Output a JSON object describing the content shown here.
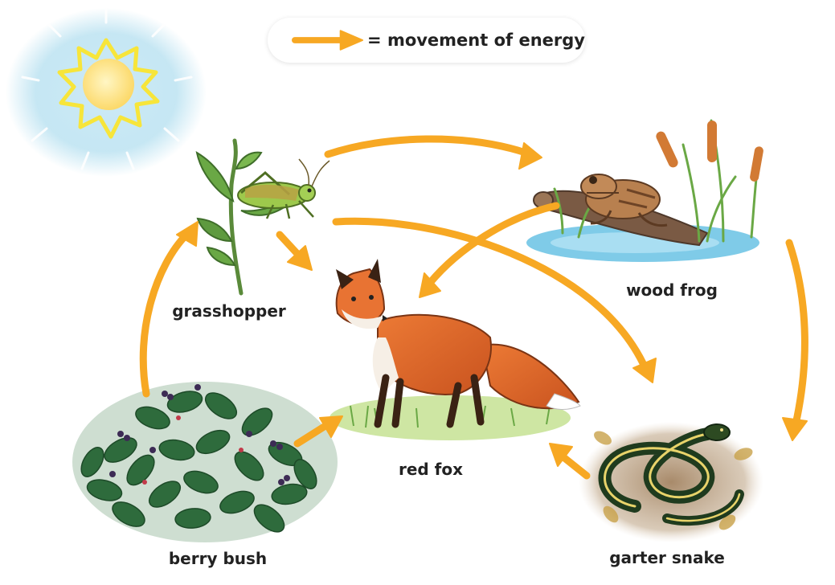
{
  "legend": {
    "text": "= movement of energy",
    "arrow_icon": "orange-arrow-icon"
  },
  "organisms": {
    "sun": {
      "icon": "sun-icon"
    },
    "grasshopper": {
      "label": "grasshopper",
      "icon": "grasshopper-icon"
    },
    "wood_frog": {
      "label": "wood frog",
      "icon": "frog-icon"
    },
    "red_fox": {
      "label": "red fox",
      "icon": "fox-icon"
    },
    "berry_bush": {
      "label": "berry bush",
      "icon": "berry-bush-icon"
    },
    "garter_snake": {
      "label": "garter snake",
      "icon": "snake-icon"
    }
  },
  "energy_flows": [
    {
      "from": "berry bush",
      "to": "grasshopper"
    },
    {
      "from": "grasshopper",
      "to": "wood frog"
    },
    {
      "from": "grasshopper",
      "to": "red fox"
    },
    {
      "from": "grasshopper",
      "to": "garter snake"
    },
    {
      "from": "wood frog",
      "to": "red fox"
    },
    {
      "from": "wood frog",
      "to": "garter snake"
    },
    {
      "from": "berry bush",
      "to": "red fox"
    },
    {
      "from": "garter snake",
      "to": "red fox"
    }
  ],
  "colors": {
    "arrow": "#F7A823",
    "sun_core": "#FCE27A",
    "sun_rays": "#F7E53A",
    "sky_glow": "#BFE4F2",
    "water": "#7FCBE8",
    "fox": "#E0662A",
    "leaf": "#2E6B3C",
    "grasshopper": "#8CBF3F",
    "frog": "#B8804F",
    "snake": "#1F3B1E"
  }
}
